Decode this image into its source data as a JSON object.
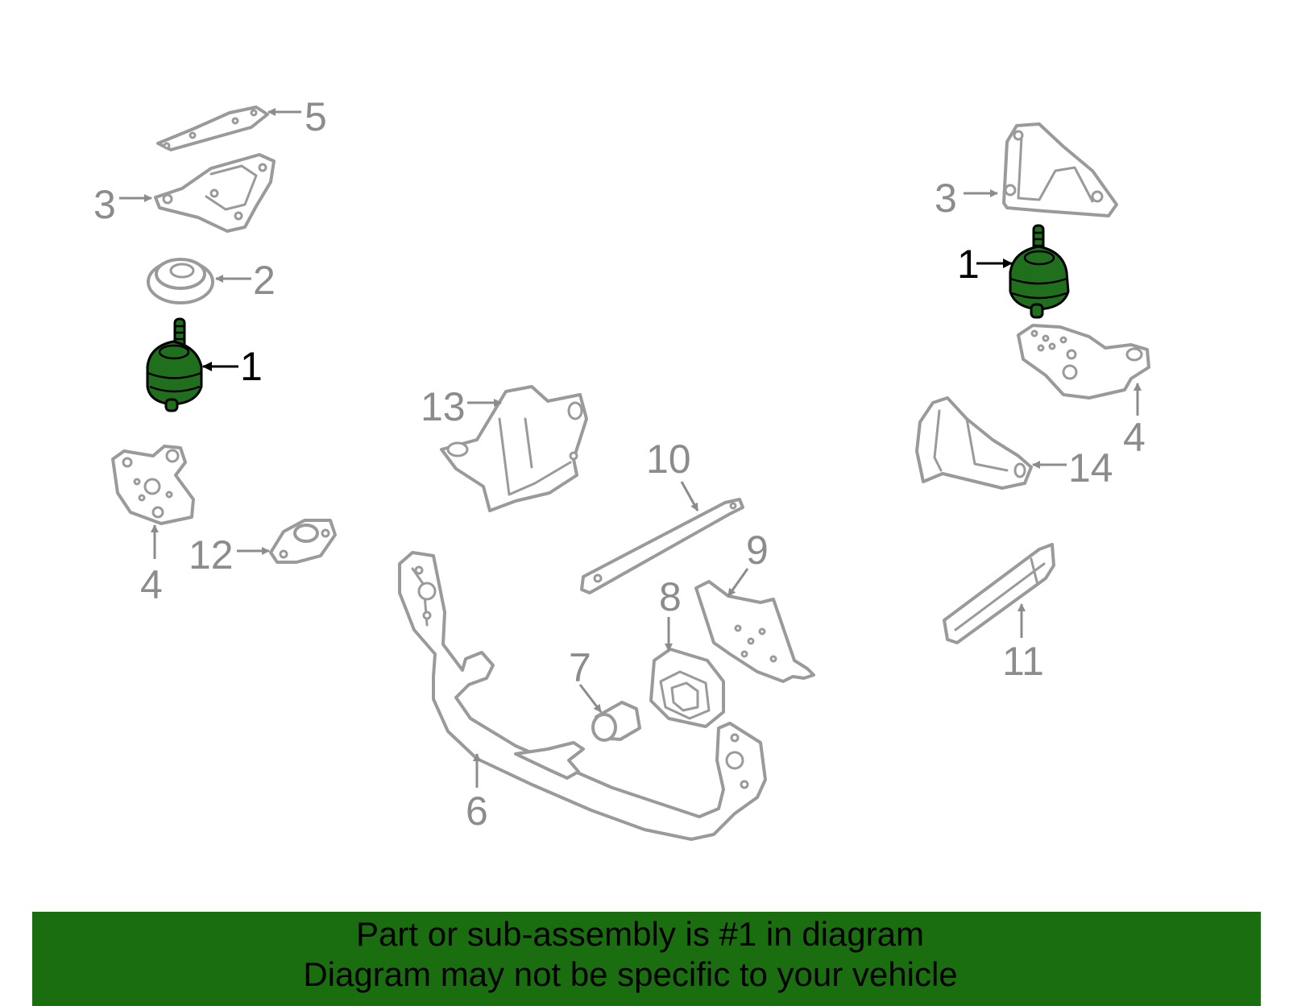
{
  "diagram": {
    "callouts": {
      "c5": "5",
      "c3_left": "3",
      "c2": "2",
      "c1_left": "1",
      "c4_left": "4",
      "c12": "12",
      "c13": "13",
      "c10": "10",
      "c9": "9",
      "c8": "8",
      "c7": "7",
      "c6": "6",
      "c3_right": "3",
      "c1_right": "1",
      "c4_right": "4",
      "c14": "14",
      "c11": "11"
    },
    "colors": {
      "highlight_part": "#1f6f1c",
      "outline": "#9a9a9a",
      "banner": "#1a6e0f"
    },
    "banner": {
      "line1": "Part or sub-assembly is #1 in diagram",
      "line2": "Diagram may not be specific to your vehicle"
    }
  }
}
